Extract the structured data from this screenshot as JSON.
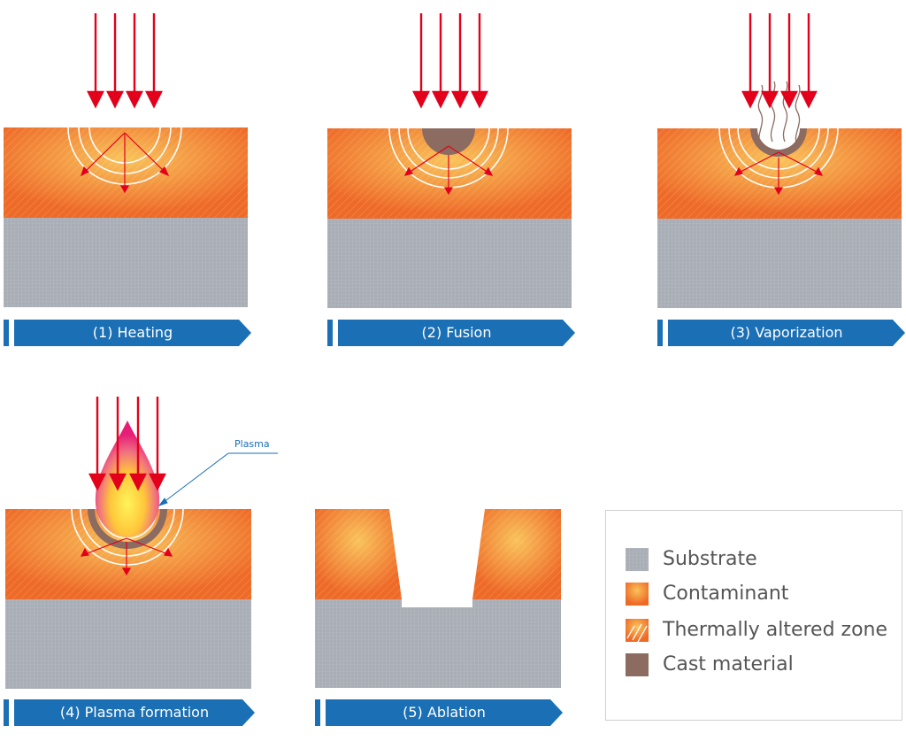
{
  "stages": [
    {
      "label": "(1) Heating"
    },
    {
      "label": "(2) Fusion"
    },
    {
      "label": "(3) Vaporization"
    },
    {
      "label": "(4) Plasma formation"
    },
    {
      "label": "(5) Ablation"
    }
  ],
  "annotation": {
    "plasma": "Plasma"
  },
  "legend": {
    "items": [
      {
        "label": "Substrate",
        "color": "#a9adb5"
      },
      {
        "label": "Contaminant",
        "color": "#f29a3a"
      },
      {
        "label": "Thermally altered zone",
        "color": "#f5a940"
      },
      {
        "label": "Cast material",
        "color": "#8c6b60"
      }
    ]
  },
  "colors": {
    "beam": "#e3001b",
    "label_bar": "#1a6fb5",
    "contaminant_dark": "#ee6a27",
    "contaminant_light": "#f9c35a",
    "substrate": "#a9adb5",
    "cast": "#8c6b60"
  }
}
